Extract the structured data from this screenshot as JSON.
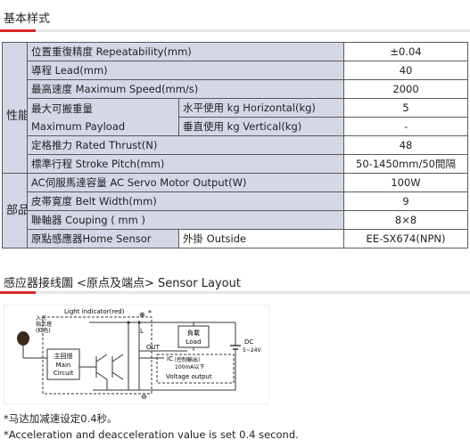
{
  "section_basic": {
    "title": "基本样式"
  },
  "spec_table": {
    "group_performance": "性能",
    "group_parts": "部品",
    "rows": {
      "repeatability": {
        "label": "位置重復精度 Repeatability(mm)",
        "value": "±0.04"
      },
      "lead": {
        "label": "導程 Lead(mm)",
        "value": "40"
      },
      "max_speed": {
        "label": "最高速度 Maximum Speed(mm/s)",
        "value": "2000"
      },
      "payload": {
        "label_cn": "最大可搬重量",
        "label_en": "Maximum Payload",
        "horizontal_label": "水平使用 kg Horizontal(kg)",
        "horizontal_value": "5",
        "vertical_label": "垂直使用 kg Vertical(kg)",
        "vertical_value": "-"
      },
      "thrust": {
        "label": "定格推力 Rated Thrust(N)",
        "value": "48"
      },
      "stroke": {
        "label": "標準行程 Stroke Pitch(mm)",
        "value": "50-1450mm/50間隔"
      },
      "servo": {
        "label": "AC伺服馬達容量 AC Servo Motor Output(W)",
        "value": "100W"
      },
      "belt": {
        "label": "皮帯寛度 Belt Width(mm)",
        "value": "9"
      },
      "coupling": {
        "label": "聯軸器 Couping ( mm )",
        "value": "8×8"
      },
      "sensor": {
        "label": "原點感應器Home Sensor",
        "sub_label": "外掛 Outside",
        "value": "EE-SX674(NPN)"
      }
    }
  },
  "section_sensor": {
    "title": "感应器接线圖 <原点及端点> Sensor Layout"
  },
  "diagram": {
    "light_indicator": "Light indicator(red)",
    "incident_label_1": "入光",
    "incident_label_2": "指示燈",
    "incident_label_3": "(紅色)",
    "main_circuit_cn": "主回燈",
    "main_circuit_en_1": "Main",
    "main_circuit_en_2": "Circuit",
    "plus_mark": "⊕",
    "star_mark": "*",
    "l_mark": "L",
    "out_label": "OUT",
    "ic_label": "IC",
    "control_output": "（控制輸出）",
    "current_limit": "100mA以下",
    "voltage_output": "Voltage output",
    "load_cn": "負載",
    "load_en": "Load",
    "dc_label": "DC",
    "dc_range": "5~24V",
    "minus_mark": "⊖"
  },
  "notes": {
    "cn": "*马达加减速设定0.4秒。",
    "en": "*Acceleration and deacceleration value is set 0.4 second."
  },
  "colors": {
    "accent": "#d9262b",
    "header_cell": "#d4d7e6",
    "border": "#5a5a5a"
  }
}
